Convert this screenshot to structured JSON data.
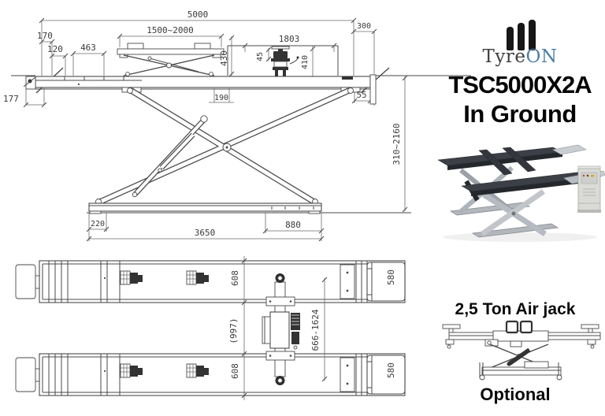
{
  "page": {
    "background": "#ffffff",
    "line_color": "#4a4a4a",
    "dim_text_color": "#3b3b3b"
  },
  "brand": {
    "logo_icon": "three-bars-icon",
    "logo_color": "#171717",
    "tyre": "Tyre",
    "on": "ON",
    "tyre_color": "#3f3f41",
    "on_color": "#4a7ea8"
  },
  "product": {
    "model": "TSC5000X2A",
    "variant": "In Ground"
  },
  "accessory": {
    "title": "2,5 Ton Air jack",
    "note": "Optional"
  },
  "side_view": {
    "dims": {
      "overall_length": "5000",
      "jack_range": "1500~2000",
      "d170": "170",
      "d120": "120",
      "d463": "463",
      "d177": "177",
      "d1803": "1803",
      "d300": "300",
      "d430": "430",
      "d45": "45",
      "d410": "410",
      "d190": "190",
      "d55": "55",
      "lift_height": "310~2160",
      "d220": "220",
      "d880": "880",
      "base_length": "3650"
    }
  },
  "plan_view": {
    "dims": {
      "platform_width_top": "608",
      "platform_width_bottom": "608",
      "ramp_width_top": "580",
      "ramp_width_bottom": "580",
      "center_ref": "(997)",
      "jack_travel": "666-1624"
    }
  }
}
